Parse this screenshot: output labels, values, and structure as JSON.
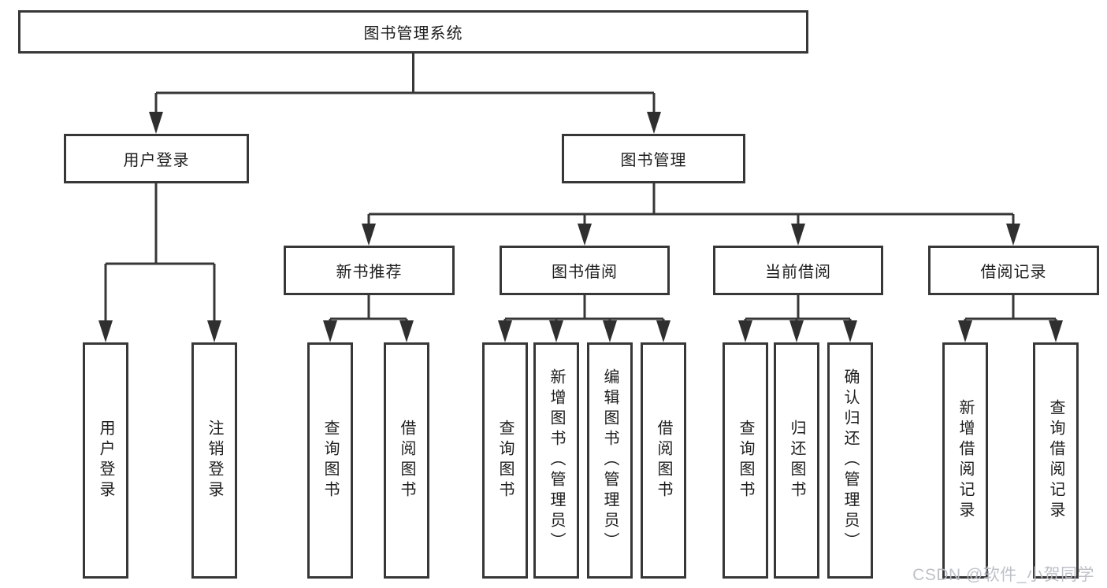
{
  "watermark": {
    "text": "CSDN @软件_小贺同学"
  },
  "diagram": {
    "root": {
      "label": "图书管理系统"
    },
    "user_login": {
      "label": "用户登录",
      "children": [
        {
          "label": "用户登录"
        },
        {
          "label": "注销登录"
        }
      ]
    },
    "book_management": {
      "label": "图书管理",
      "sections": [
        {
          "label": "新书推荐",
          "children": [
            {
              "label": "查询图书"
            },
            {
              "label": "借阅图书"
            }
          ]
        },
        {
          "label": "图书借阅",
          "children": [
            {
              "label": "查询图书"
            },
            {
              "label": "新增图书（管理员）"
            },
            {
              "label": "编辑图书（管理员）"
            },
            {
              "label": "借阅图书"
            }
          ]
        },
        {
          "label": "当前借阅",
          "children": [
            {
              "label": "查询图书"
            },
            {
              "label": "归还图书"
            },
            {
              "label": "确认归还（管理员）"
            }
          ]
        },
        {
          "label": "借阅记录",
          "children": [
            {
              "label": "新增借阅记录"
            },
            {
              "label": "查询借阅记录"
            }
          ]
        }
      ]
    }
  }
}
